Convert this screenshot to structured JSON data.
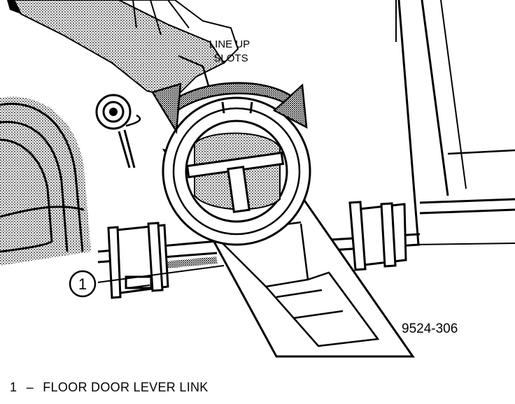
{
  "diagram": {
    "callout": {
      "line1": "LINE UP",
      "line2": "SLOTS"
    },
    "figure_number": "9524-306",
    "marker": "1"
  },
  "legend": [
    {
      "number": "1",
      "dash": "–",
      "label": "FLOOR DOOR LEVER LINK"
    }
  ]
}
